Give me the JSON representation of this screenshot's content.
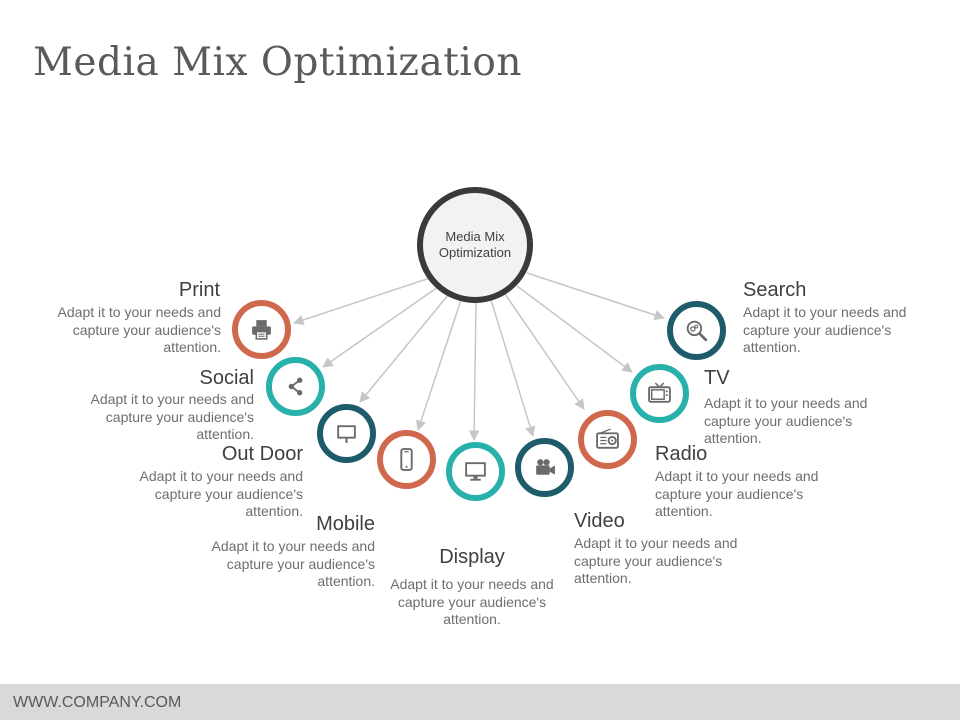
{
  "title": "Media Mix Optimization",
  "center": {
    "label_line1": "Media Mix",
    "label_line2": "Optimization"
  },
  "colors": {
    "orange": "#d0684d",
    "teal": "#28b1aa",
    "dark_teal": "#1e5b6b",
    "arrow": "#c6c6c6",
    "center_border": "#3a3a3a",
    "center_fill": "#f2f2f2"
  },
  "channels": [
    {
      "name": "Print",
      "description": "Adapt it to your needs and capture your audience's attention.",
      "icon": "printer-icon",
      "color": "orange"
    },
    {
      "name": "Social",
      "description": "Adapt it to your needs and capture your audience's attention.",
      "icon": "share-icon",
      "color": "teal"
    },
    {
      "name": "Out Door",
      "description": "Adapt it to your needs and capture your audience's attention.",
      "icon": "billboard-icon",
      "color": "dark_teal"
    },
    {
      "name": "Mobile",
      "description": "Adapt it to your needs and capture your audience's attention.",
      "icon": "mobile-phone-icon",
      "color": "orange"
    },
    {
      "name": "Display",
      "description": "Adapt it to your needs and capture your audience's attention.",
      "icon": "monitor-icon",
      "color": "teal"
    },
    {
      "name": "Video",
      "description": "Adapt it to your needs and capture your audience's attention.",
      "icon": "video-camera-icon",
      "color": "dark_teal"
    },
    {
      "name": "Radio",
      "description": "Adapt it to your needs and capture your audience's attention.",
      "icon": "radio-icon",
      "color": "orange"
    },
    {
      "name": "TV",
      "description": "Adapt it to your needs and capture your audience's attention.",
      "icon": "television-icon",
      "color": "teal"
    },
    {
      "name": "Search",
      "description": "Adapt it to your needs and capture your audience's attention.",
      "icon": "magnifier-gear-icon",
      "color": "dark_teal"
    }
  ],
  "footer": {
    "text": "WWW.COMPANY.COM"
  }
}
